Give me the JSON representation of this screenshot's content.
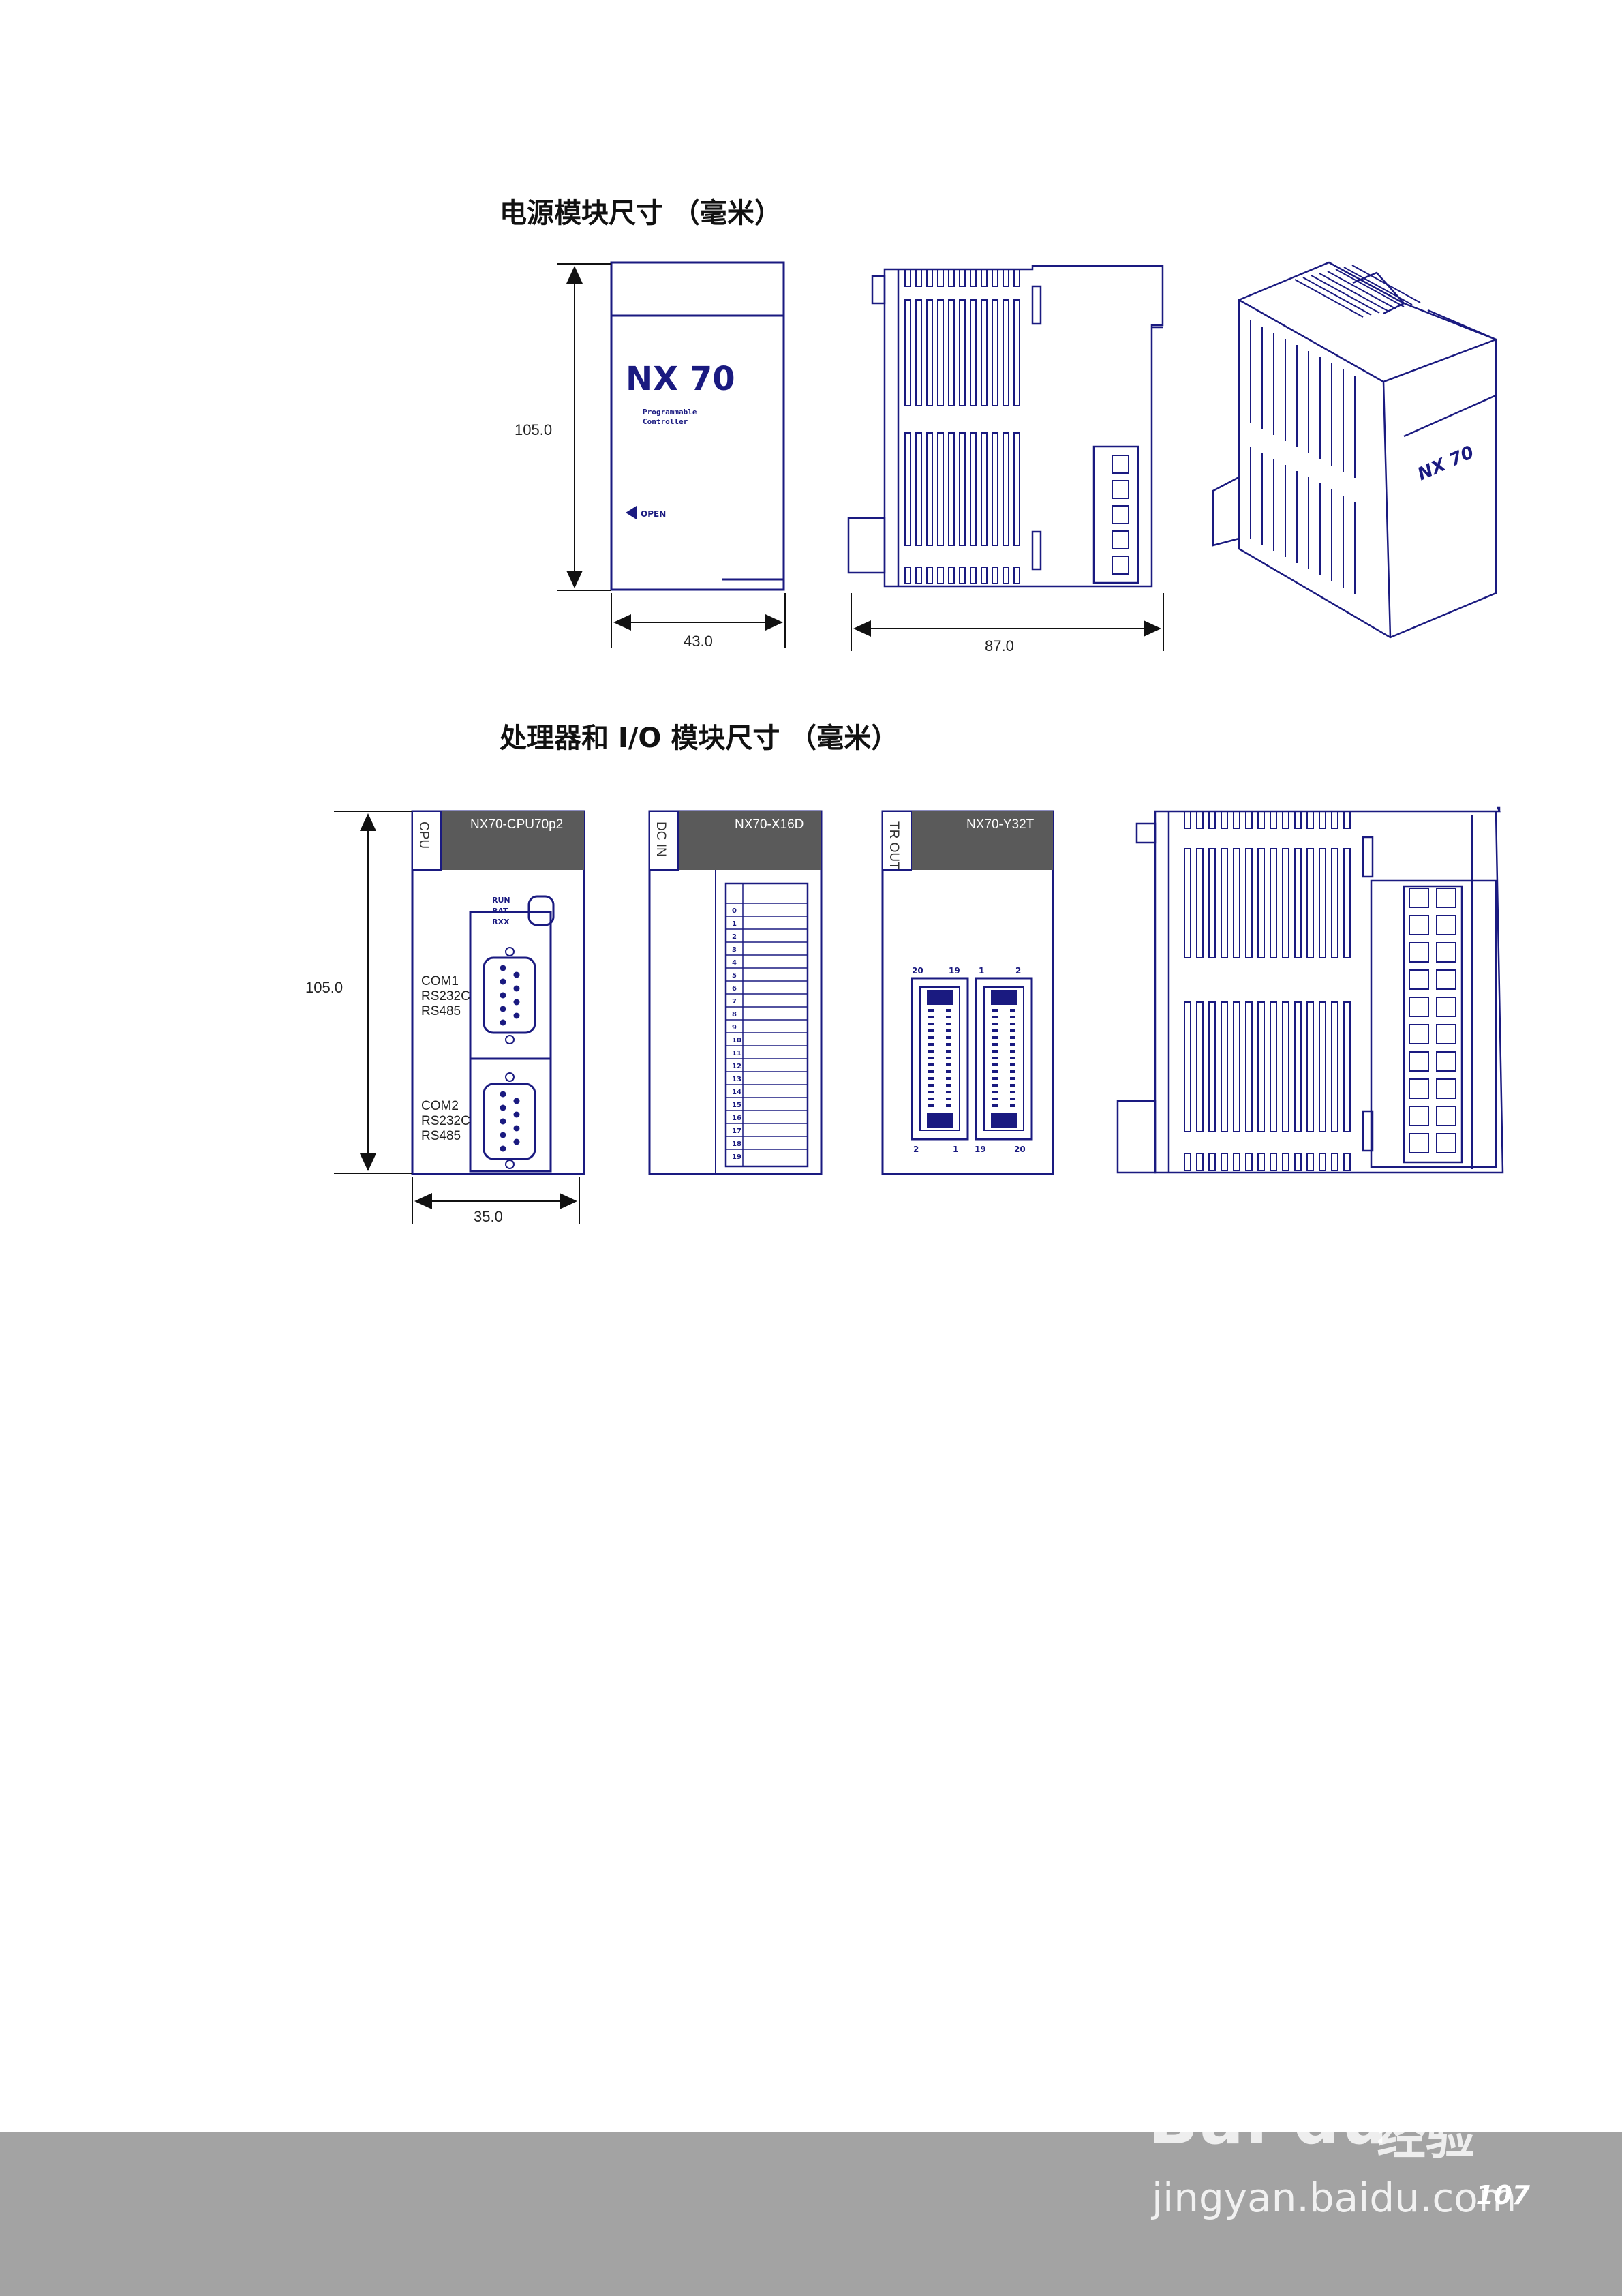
{
  "section1": {
    "title": "电源模块尺寸 （毫米）",
    "dims": {
      "height": "105.0",
      "width": "43.0",
      "depth": "87.0"
    },
    "front_logo": "NX 70",
    "front_sub1": "Programmable",
    "front_sub2": "Controller",
    "open_label": "OPEN"
  },
  "section2": {
    "title": "处理器和 I/O 模块尺寸 （毫米）",
    "dims": {
      "height": "105.0",
      "width": "35.0"
    },
    "cpu": {
      "side_label": "CPU",
      "model": "NX70-CPU70p2",
      "leds": [
        "RUN",
        "BAT",
        "RXX"
      ],
      "com1": [
        "COM1",
        "RS232C",
        "RS485"
      ],
      "com2": [
        "COM2",
        "RS232C",
        "RS485"
      ]
    },
    "input_module": {
      "side_label": "DC IN",
      "model": "NX70-X16D",
      "terminals": [
        "0",
        "1",
        "2",
        "3",
        "4",
        "5",
        "6",
        "7",
        "8",
        "9",
        "10",
        "11",
        "12",
        "13",
        "14",
        "15",
        "16",
        "17",
        "18",
        "19"
      ]
    },
    "output_module": {
      "side_label": "TR OUT",
      "model": "NX70-Y32T",
      "pins_top": [
        "20",
        "19",
        "1",
        "2"
      ],
      "pins_bottom": [
        "2",
        "1",
        "19",
        "20"
      ]
    }
  },
  "footer": {
    "page_number": "107",
    "watermark_brand": "Bai du",
    "watermark_jingyan": "经验",
    "watermark_url": "jingyan.baidu.com"
  },
  "colors": {
    "line": "#1a1a80",
    "panel": "#5a5a5a",
    "footer": "#a3a3a3"
  }
}
